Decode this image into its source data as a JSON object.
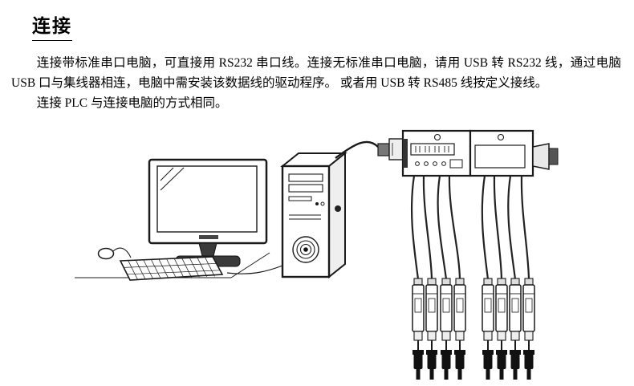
{
  "page": {
    "title": "连接",
    "paragraphs": [
      "连接带标准串口电脑，可直接用 RS232 串口线。连接无标准串口电脑，请用 USB 转 RS232 线，通过电脑 USB 口与集线器相连，电脑中需安装该数据线的驱动程序。 或者用 USB 转 RS485 线按定义接线。",
      "连接 PLC 与连接电脑的方式相同。"
    ]
  },
  "illustration": {
    "description": "电脑通过数据线连接集线器与多路传感器探头的连线示意图",
    "parts": [
      "computer-monitor",
      "keyboard",
      "mouse",
      "pc-tower",
      "connection-cable",
      "hub-unit-display",
      "hub-unit-blank",
      "sensor-cables",
      "sensor-probes"
    ],
    "line_color": "#1a1a1a"
  }
}
